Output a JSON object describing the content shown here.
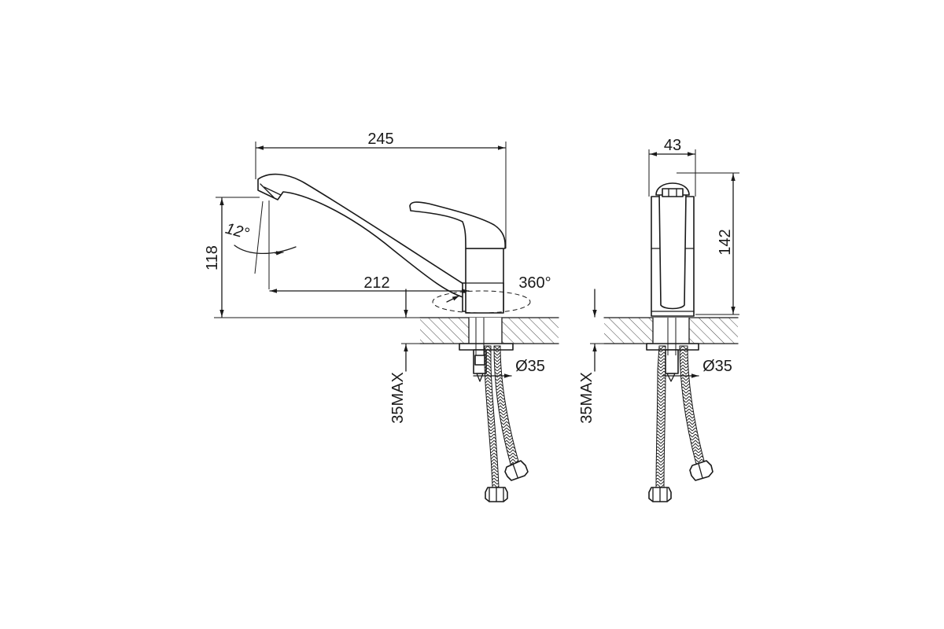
{
  "side_view": {
    "overall_length": "245",
    "height": "118",
    "reach": "212",
    "tilt_angle": "12°",
    "rotation": "360°",
    "hole_diameter": "Ø35",
    "max_counter": "35MAX"
  },
  "front_view": {
    "width": "43",
    "height": "142",
    "hole_diameter": "Ø35",
    "max_counter": "35MAX"
  }
}
